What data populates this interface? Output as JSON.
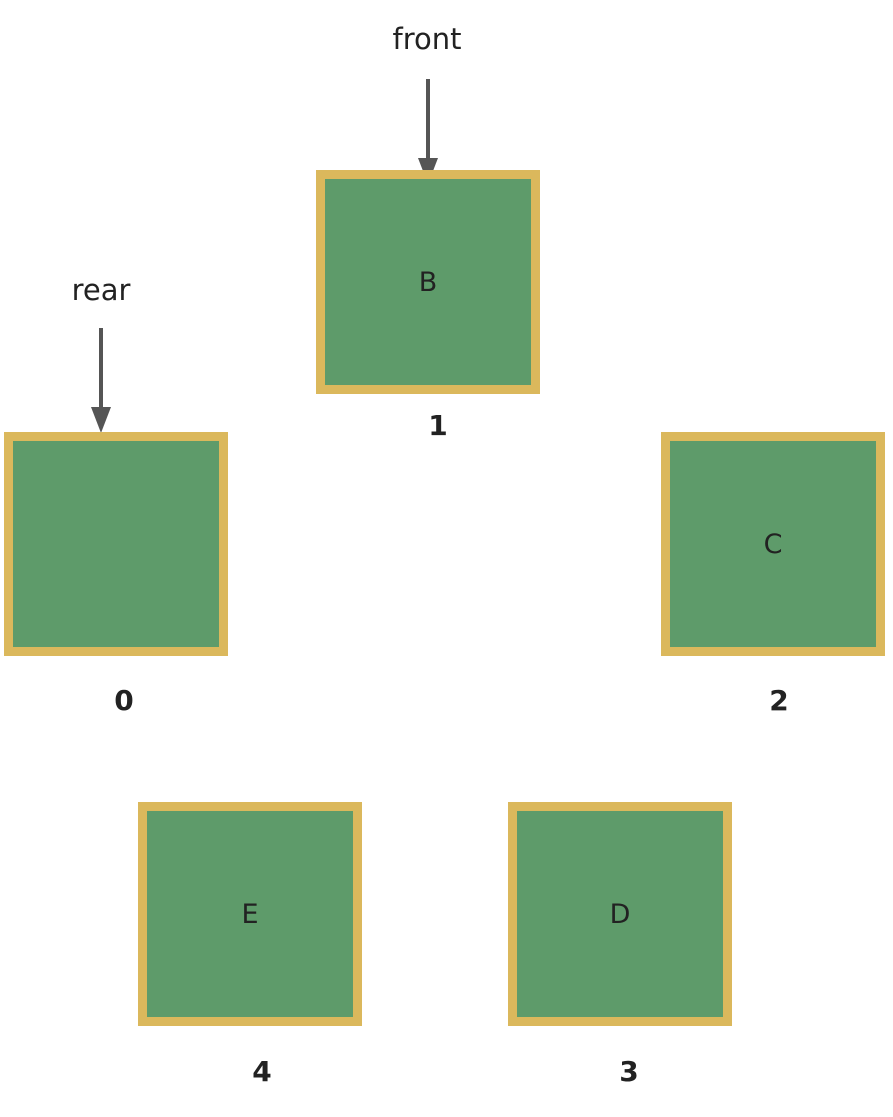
{
  "colors": {
    "cell_fill": "#5e9b6a",
    "cell_border": "#dbb85c",
    "arrow": "#555555",
    "text": "#222222"
  },
  "pointers": {
    "front": {
      "label": "front",
      "points_to_index": "1"
    },
    "rear": {
      "label": "rear",
      "points_to_index": "0"
    }
  },
  "cells": [
    {
      "index": "0",
      "value": ""
    },
    {
      "index": "1",
      "value": "B"
    },
    {
      "index": "2",
      "value": "C"
    },
    {
      "index": "3",
      "value": "D"
    },
    {
      "index": "4",
      "value": "E"
    }
  ]
}
